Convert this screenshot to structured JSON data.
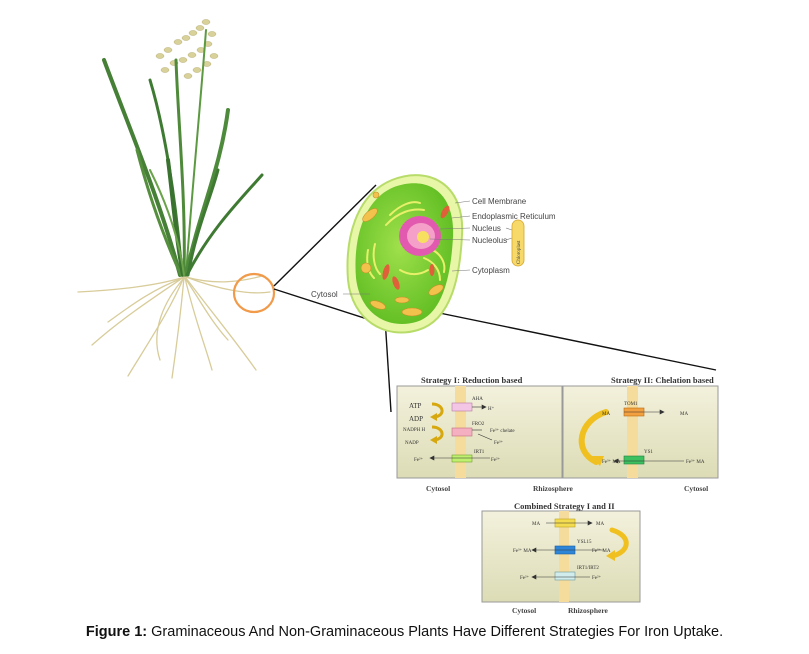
{
  "cell": {
    "labels": {
      "cell_membrane": "Cell Membrane",
      "endoplasmic_reticulum": "Endoplasmic Reticulum",
      "nucleus": "Nucleus",
      "nucleolus": "Nucleolus",
      "cytoplasm": "Cytoplasm",
      "cytosol": "Cytosol",
      "chloroplast": "Chloroplast"
    }
  },
  "strategy1": {
    "title": "Strategy I: Reduction based",
    "atp": "ATP",
    "adp": "ADP",
    "nadph": "NADPH H",
    "nadp": "NADP",
    "aha": "AHA",
    "h": "H⁺",
    "fro2": "FRO2",
    "fe3_chelate": "Fe³⁺ chelate",
    "fe3": "Fe³⁺",
    "irt1": "IRT1",
    "fe2_in": "Fe²⁺",
    "fe2_out": "Fe²⁺"
  },
  "strategy2": {
    "title": "Strategy II: Chelation based",
    "tom1": "TOM1",
    "ma_in": "MA",
    "ma_out": "MA",
    "ys1": "YS1",
    "fema_in": "Fe³⁺ MA",
    "fema_out": "Fe³⁺ MA"
  },
  "combined": {
    "title": "Combined Strategy I and II",
    "ma_in": "MA",
    "ma_out": "MA",
    "ysl15": "YSL15",
    "fema_in": "Fe³⁺ MA",
    "fema_out": "Fe³⁺ MA",
    "irt": "IRT1/IRT2",
    "fe_in": "Fe²⁺",
    "fe_out": "Fe²⁺"
  },
  "bottom_labels": {
    "cytosol_left": "Cytosol",
    "rhizosphere": "Rhizosphere",
    "cytosol_right": "Cytosol",
    "combined_cytosol": "Cytosol",
    "combined_rhizosphere": "Rhizosphere"
  },
  "caption": {
    "figure": "Figure 1:",
    "text": " Graminaceous And Non-Graminaceous Plants Have Different Strategies For Iron Uptake."
  }
}
